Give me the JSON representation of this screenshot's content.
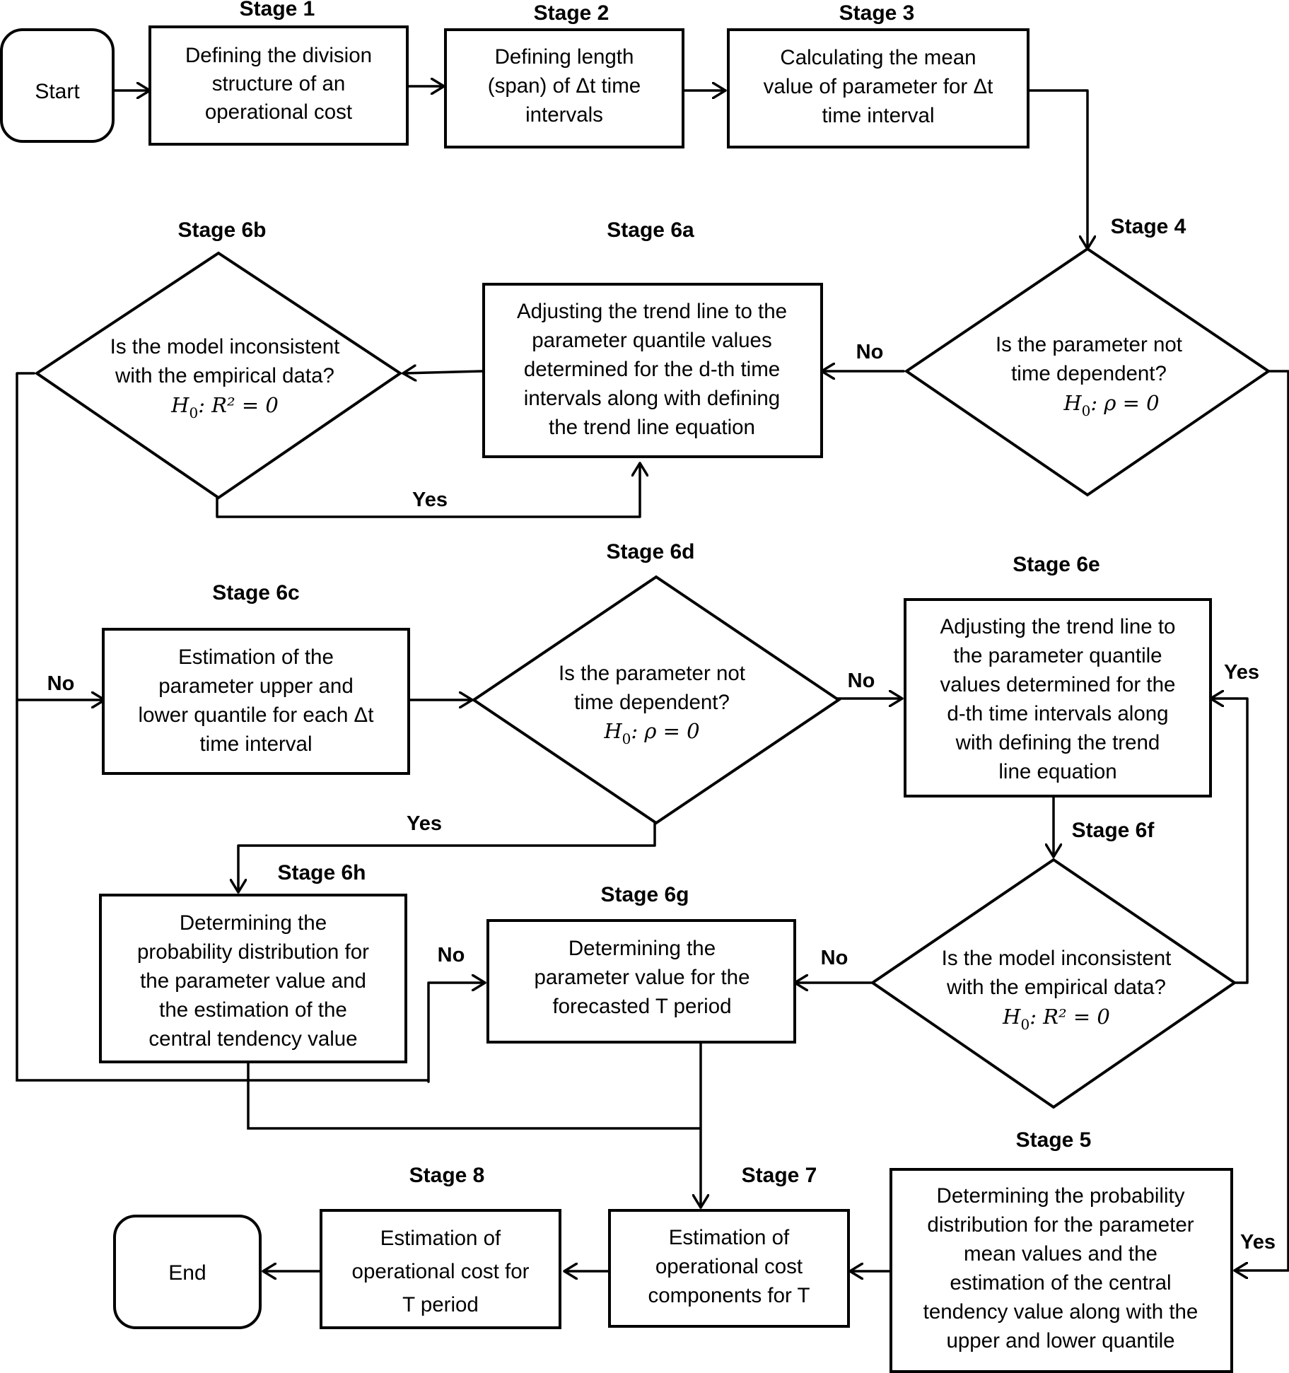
{
  "start": {
    "label": "Start"
  },
  "end": {
    "label": "End"
  },
  "stage1": {
    "title": "Stage 1",
    "lines": [
      "Defining the division",
      "structure of an",
      "operational cost"
    ]
  },
  "stage2": {
    "title": "Stage 2",
    "lines": [
      "Defining length",
      "(span) of  Δt time",
      "intervals"
    ]
  },
  "stage3": {
    "title": "Stage 3",
    "lines": [
      "Calculating the mean",
      "value of parameter for Δt",
      "time interval"
    ]
  },
  "stage4": {
    "title": "Stage 4",
    "lines": [
      "Is the parameter not",
      "time dependent?"
    ],
    "math": "H0: ρ = 0",
    "math_main": "H",
    "math_sub": "0",
    "math_rest": ": ρ = 0"
  },
  "stage6a": {
    "title": "Stage 6a",
    "lines": [
      "Adjusting the trend line to the",
      "parameter quantile values",
      "determined for the d-th time",
      "intervals along with defining",
      "the trend line equation"
    ]
  },
  "stage6b": {
    "title": "Stage 6b",
    "lines": [
      "Is the model inconsistent",
      "with the empirical data?"
    ],
    "math": "H0: R² = 0",
    "math_main": "H",
    "math_sub": "0",
    "math_rest": ": R² = 0"
  },
  "stage6c": {
    "title": "Stage 6c",
    "lines": [
      "Estimation of the",
      "parameter upper and",
      "lower quantile for each Δt",
      "time interval"
    ]
  },
  "stage6d": {
    "title": "Stage 6d",
    "lines": [
      "Is the parameter not",
      "time dependent?"
    ],
    "math": "H0: ρ = 0",
    "math_main": "H",
    "math_sub": "0",
    "math_rest": ": ρ = 0"
  },
  "stage6e": {
    "title": "Stage 6e",
    "lines": [
      "Adjusting the trend line to",
      "the parameter quantile",
      "values determined for the",
      "d-th time intervals along",
      "with defining the trend",
      "line equation"
    ]
  },
  "stage6f": {
    "title": "Stage 6f",
    "lines": [
      "Is the model inconsistent",
      "with the empirical data?"
    ],
    "math": "H0: R² = 0",
    "math_main": "H",
    "math_sub": "0",
    "math_rest": ": R² = 0"
  },
  "stage6g": {
    "title": "Stage 6g",
    "lines": [
      "Determining the",
      "parameter value for the",
      "forecasted T period"
    ]
  },
  "stage6h": {
    "title": "Stage 6h",
    "lines": [
      "Determining the",
      "probability distribution for",
      "the parameter value and",
      "the estimation of the",
      "central tendency value"
    ]
  },
  "stage5": {
    "title": "Stage 5",
    "lines": [
      "Determining the probability",
      "distribution for the parameter",
      "mean values and the",
      "estimation of the central",
      "tendency value along with the",
      "upper and lower quantile"
    ]
  },
  "stage7": {
    "title": "Stage 7",
    "lines": [
      "Estimation of",
      "operational cost",
      "components for T"
    ]
  },
  "stage8": {
    "title": "Stage 8",
    "lines": [
      "Estimation of",
      "operational cost for",
      "T period"
    ]
  },
  "labels": {
    "no_4": "No",
    "yes_4": "Yes",
    "yes_6b": "Yes",
    "no_6b": "No",
    "no_6d": "No",
    "yes_6d": "Yes",
    "yes_6f": "Yes",
    "no_6f": "No",
    "no_6h": "No"
  }
}
